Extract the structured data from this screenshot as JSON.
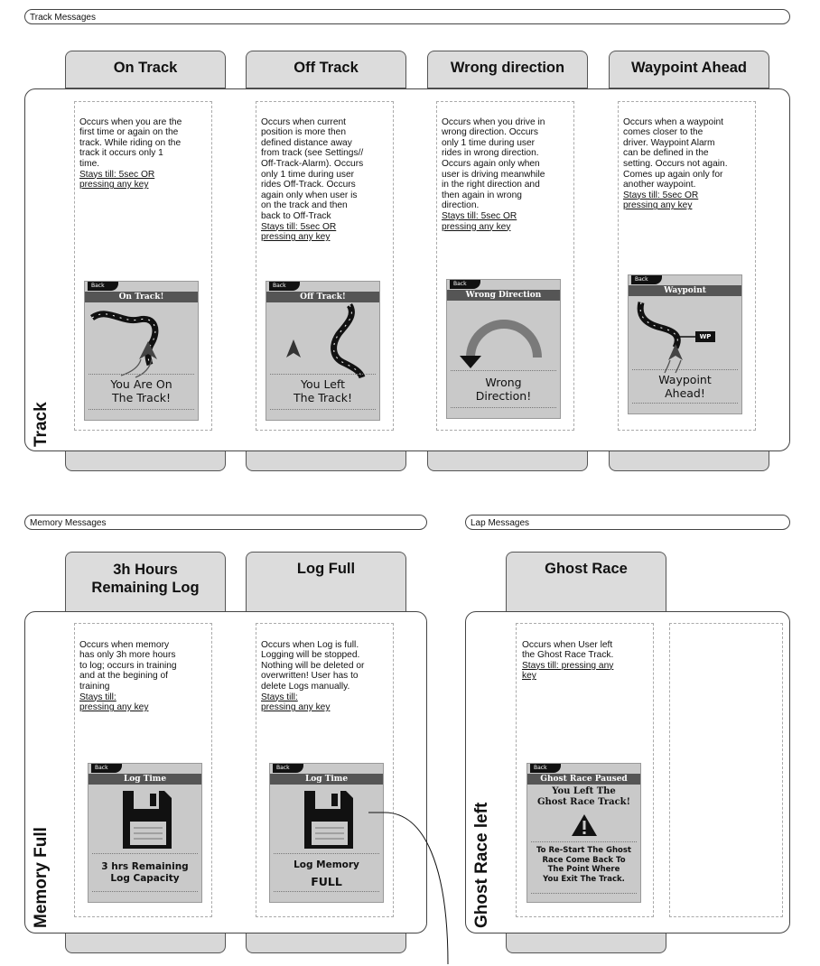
{
  "sections": {
    "track": {
      "header": "Track Messages",
      "side_label": "Track",
      "cards": [
        {
          "tab": "On Track",
          "description": "Occurs when you are the\nfirst time or again on the\ntrack. While riding on the\ntrack it occurs only 1\ntime.",
          "stays": "Stays till: 5sec OR\npressing any key",
          "screen": {
            "back": "Back",
            "title": "On Track!",
            "message": "You Are On\nThe Track!"
          }
        },
        {
          "tab": "Off Track",
          "description": "Occurs when current\nposition is more then\ndefined distance away\nfrom track (see Settings//\nOff-Track-Alarm). Occurs\nonly 1 time during user\nrides Off-Track. Occurs\nagain only when user is\non the track and then\nback to Off-Track",
          "stays": "Stays till: 5sec OR\npressing any key",
          "screen": {
            "back": "Back",
            "title": "Off Track!",
            "message": "You Left\nThe Track!"
          }
        },
        {
          "tab": "Wrong direction",
          "description": "Occurs when you drive in\nwrong direction. Occurs\nonly 1 time during user\nrides in wrong direction.\nOccurs again only when\nuser is driving meanwhile\nin the right direction and\nthen again in wrong\ndirection.",
          "stays": "Stays till: 5sec OR\npressing any key",
          "screen": {
            "back": "Back",
            "title": "Wrong Direction",
            "message": "Wrong\nDirection!"
          }
        },
        {
          "tab": "Waypoint Ahead",
          "description": "Occurs when a waypoint\ncomes closer to the\ndriver. Waypoint Alarm\ncan be defined in the\nsetting. Occurs not again.\nComes up again only for\nanother waypoint.",
          "stays": "Stays till: 5sec OR\npressing any key",
          "screen": {
            "back": "Back",
            "title": "Waypoint",
            "message": "Waypoint\nAhead!",
            "wp_label": "WP"
          }
        }
      ]
    },
    "memory": {
      "header": "Memory Messages",
      "side_label": "Memory Full",
      "cards": [
        {
          "tab": "3h Hours\nRemaining Log",
          "description": "Occurs when memory\nhas only 3h more hours\nto log; occurs in training\nand at the begining of\ntraining",
          "stays": "Stays till:\npressing any key",
          "screen": {
            "back": "Back",
            "title": "Log Time",
            "message": "3 hrs Remaining\nLog Capacity"
          }
        },
        {
          "tab": "Log Full",
          "description": "Occurs when Log is full.\nLogging will be stopped.\nNothing will be deleted or\noverwritten! User has to\ndelete Logs manually.",
          "stays": "Stays till:\npressing any key",
          "screen": {
            "back": "Back",
            "title": "Log Time",
            "message_line1": "Log Memory",
            "message_line2": "FULL"
          }
        }
      ]
    },
    "lap": {
      "header": "Lap Messages",
      "side_label": "Ghost Race left",
      "cards": [
        {
          "tab": "Ghost Race",
          "description": "Occurs when User left\nthe Ghost Race Track.",
          "stays": "Stays till: pressing any\nkey",
          "screen": {
            "back": "Back",
            "title": "Ghost Race Paused",
            "headline": "You Left The\nGhost Race Track!",
            "message": "To Re-Start The Ghost\nRace Come Back To\nThe Point Where\nYou Exit The Track."
          }
        }
      ]
    }
  },
  "colors": {
    "tab_fill": "#dcdcdc",
    "screen_fill": "#c9c9c9",
    "titlebar": "#555555",
    "wrong_arc": "#7a7a7a"
  }
}
